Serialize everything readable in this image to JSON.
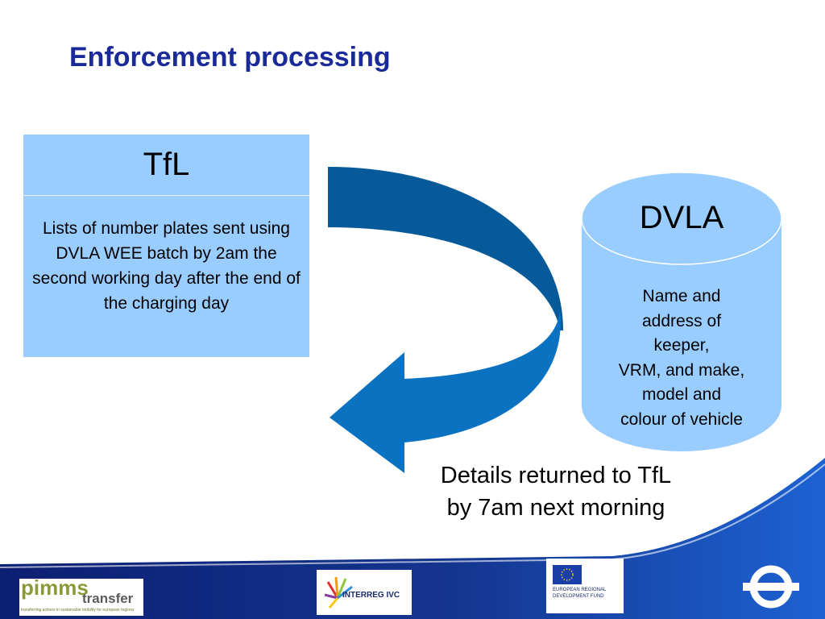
{
  "title": "Enforcement processing",
  "tfl_box": {
    "heading": "TfL",
    "body": "Lists of number plates sent using DVLA WEE batch by 2am the second working day after the end of the charging day"
  },
  "dvla_cylinder": {
    "heading": "DVLA",
    "body_lines": [
      "Name and",
      "address of",
      "keeper,",
      "VRM, and make,",
      "model and",
      "colour of vehicle"
    ]
  },
  "return_caption": "Details returned to TfL by 7am next morning",
  "logos": {
    "pimms": {
      "word1": "pimms",
      "word2": "transfer",
      "tagline": "transferring actions in sustainable mobility for european regions"
    },
    "interreg": {
      "text": "INTERREG IVC"
    },
    "erdf": {
      "line1": "EUROPEAN REGIONAL",
      "line2": "DEVELOPMENT FUND"
    }
  },
  "colors": {
    "title": "#1a2b99",
    "box_fill": "#99ccff",
    "arrow_top": "#065a9a",
    "arrow_bottom": "#0a72c0",
    "footer_navy": "#10237a",
    "footer_blue": "#1a5cc8"
  }
}
